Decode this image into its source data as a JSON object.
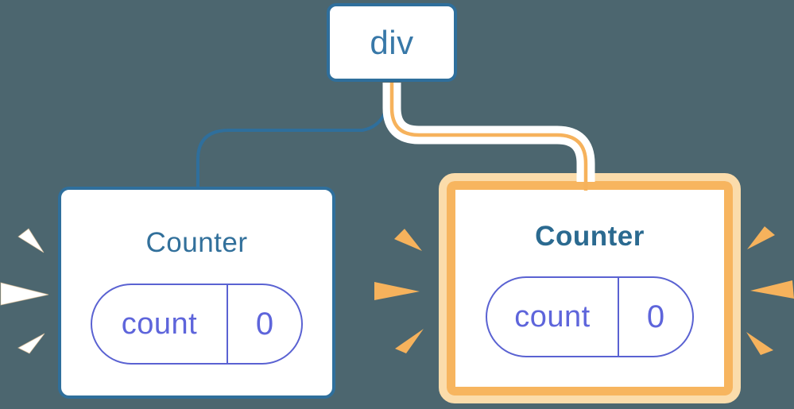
{
  "diagram": {
    "root": {
      "label": "div"
    },
    "children": [
      {
        "title": "Counter",
        "state_key": "count",
        "state_value": "0",
        "highlighted": false
      },
      {
        "title": "Counter",
        "state_key": "count",
        "state_value": "0",
        "highlighted": true
      }
    ]
  },
  "colors": {
    "background": "#4C666F",
    "node_border_blue": "#2F6F9C",
    "node_text_blue": "#3878A8",
    "title_blue": "#32709B",
    "title_blue_bold": "#2B6A90",
    "state_purple": "#5A62D2",
    "state_text_purple": "#5E65DB",
    "highlight_orange": "#F6B25C",
    "highlight_orange_border": "#F7B55F",
    "highlight_orange_light": "#FBDCAB",
    "ray_white": "#FFFFFF",
    "connector_casing": "#FFFFFF"
  },
  "icons": {
    "burst_ray": "burst-ray-icon (tapered triangle wedge)"
  }
}
